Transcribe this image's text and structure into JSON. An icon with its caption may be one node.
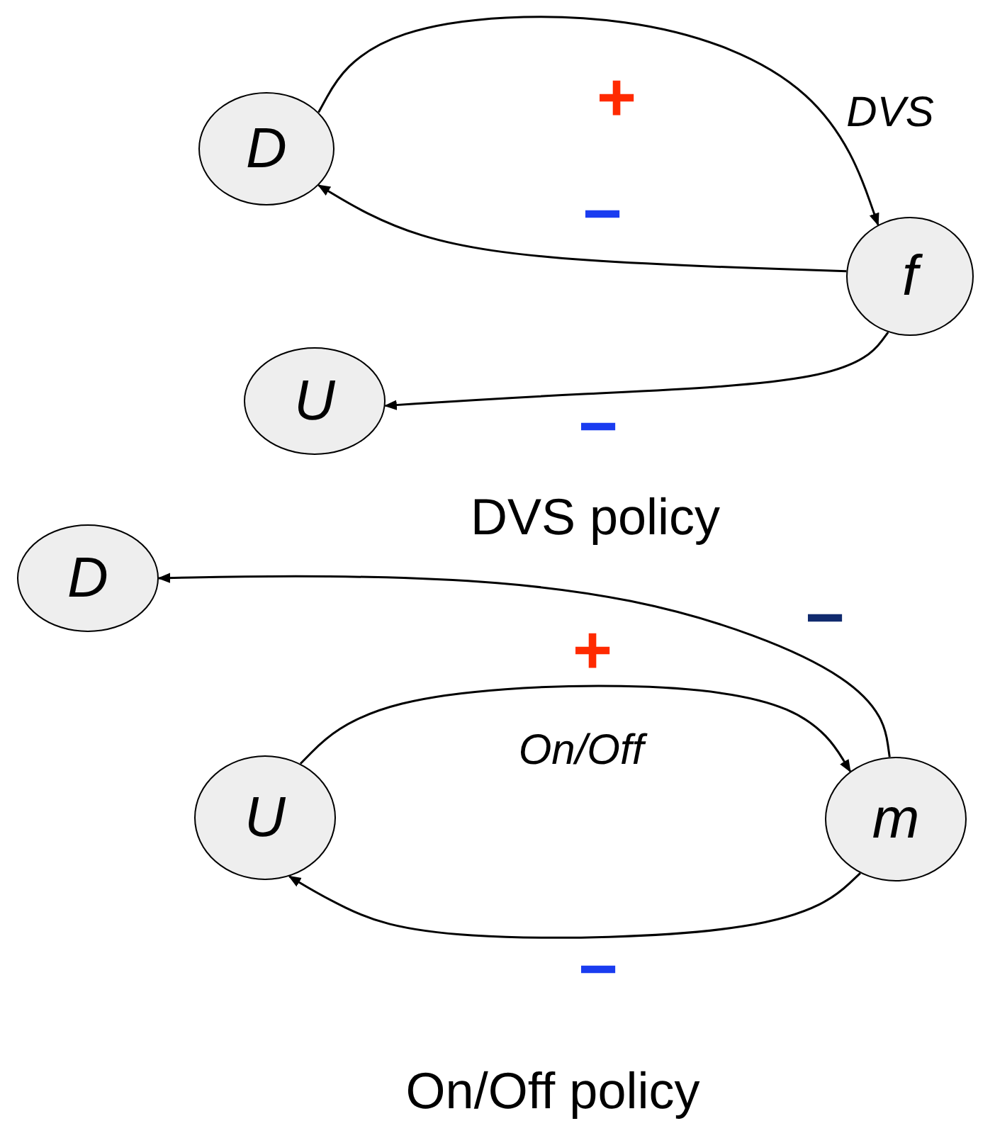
{
  "diagram": {
    "nodes": [
      {
        "text": [
          "D"
        ]
      },
      {
        "text": [
          "f"
        ]
      },
      {
        "text": [
          "U"
        ]
      },
      {
        "text": [
          "D"
        ]
      },
      {
        "text": [
          "U"
        ]
      },
      {
        "text": [
          "m"
        ]
      }
    ],
    "edges": [
      {
        "from": 0,
        "to": 1,
        "arrow": "to",
        "label": "+"
      },
      {
        "from": 1,
        "to": 0,
        "arrow": "to",
        "label": "−"
      },
      {
        "from": 1,
        "to": 2,
        "arrow": "to",
        "label": "−"
      },
      {
        "from": 5,
        "to": 3,
        "arrow": "to",
        "label": "−"
      },
      {
        "from": 4,
        "to": 5,
        "arrow": "to",
        "label": "+"
      },
      {
        "from": 5,
        "to": 4,
        "arrow": "to",
        "label": "−"
      }
    ],
    "labels": [
      "DVS",
      "DVS policy",
      "On/Off",
      "On/Off policy"
    ]
  }
}
